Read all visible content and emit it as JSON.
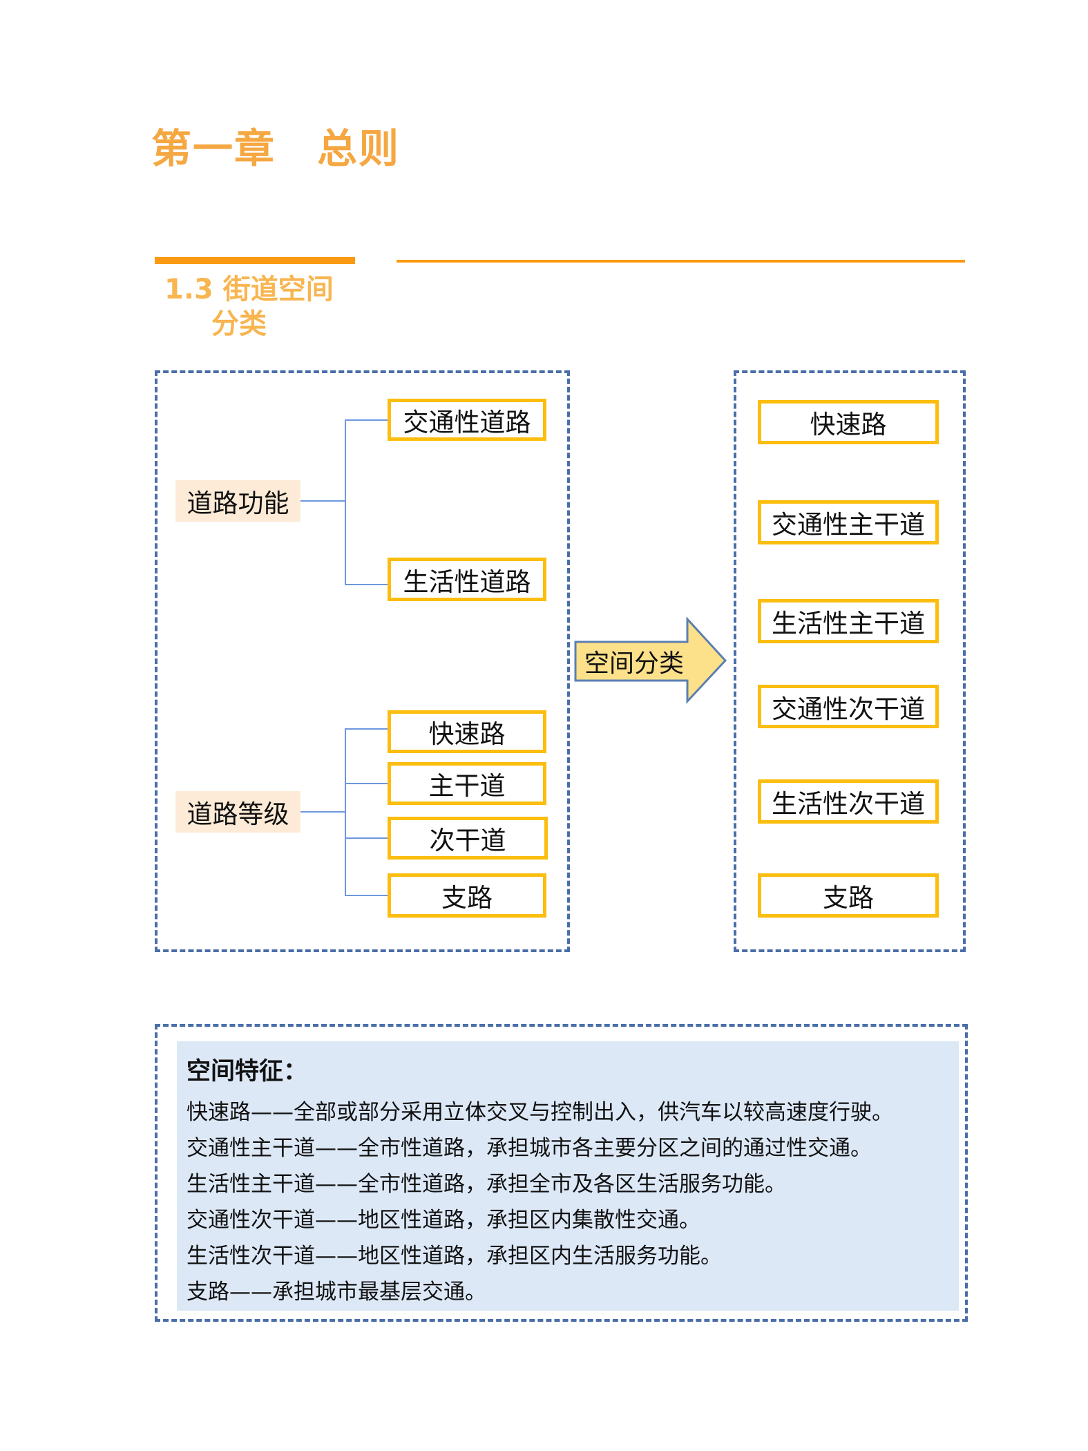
{
  "chapter_title": "第一章　总则",
  "section": {
    "line1": "1.3 街道空间",
    "line2": "分类"
  },
  "left_panel": {
    "function_group": {
      "label": "道路功能",
      "items": [
        "交通性道路",
        "生活性道路"
      ]
    },
    "grade_group": {
      "label": "道路等级",
      "items": [
        "快速路",
        "主干道",
        "次干道",
        "支路"
      ]
    }
  },
  "arrow_label": "空间分类",
  "right_panel": {
    "items": [
      "快速路",
      "交通性主干道",
      "生活性主干道",
      "交通性次干道",
      "生活性次干道",
      "支路"
    ]
  },
  "features": {
    "heading": "空间特征：",
    "lines": [
      "快速路——全部或部分采用立体交叉与控制出入，供汽车以较高速度行驶。",
      "交通性主干道——全市性道路，承担城市各主要分区之间的通过性交通。",
      "生活性主干道——全市性道路，承担全市及各区生活服务功能。",
      "交通性次干道——地区性道路，承担区内集散性交通。",
      "生活性次干道——地区性道路，承担区内生活服务功能。",
      "支路——承担城市最基层交通。"
    ]
  },
  "colors": {
    "accent": "#f5a742",
    "bar": "#fb9a12",
    "dash": "#4a6ea9",
    "box_border": "#fbbd0e",
    "tag_bg": "#fdebd7",
    "desc_bg": "#dde8f7",
    "arrow_fill": "#fde18a"
  }
}
